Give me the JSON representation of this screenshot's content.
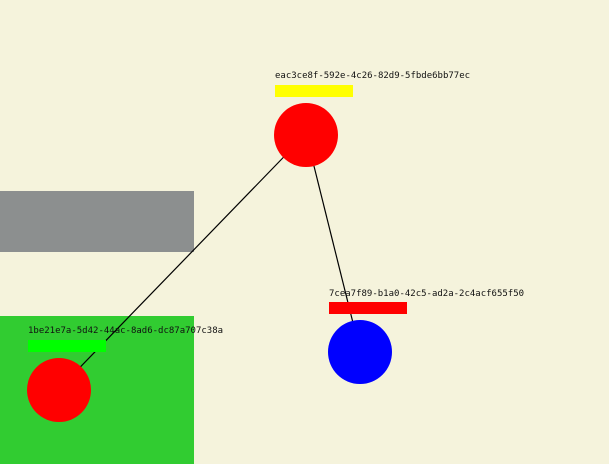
{
  "scene": {
    "background": "#f5f3dc",
    "zones": [
      {
        "name": "gray-zone",
        "color": "#8c8f8f"
      },
      {
        "name": "green-zone",
        "color": "#31cc31"
      }
    ],
    "nodes": [
      {
        "id": "eac3ce8f-592e-4c26-82d9-5fbde6bb77ec",
        "bar_color": "#ffff00",
        "circle_color": "#ff0000"
      },
      {
        "id": "7cea7f89-b1a0-42c5-ad2a-2c4acf655f50",
        "bar_color": "#ff0000",
        "circle_color": "#0000ff"
      },
      {
        "id": "1be21e7a-5d42-44ac-8ad6-dc87a707c38a",
        "bar_color": "#00ff00",
        "circle_color": "#ff0000"
      }
    ],
    "line_color": "#000000"
  }
}
